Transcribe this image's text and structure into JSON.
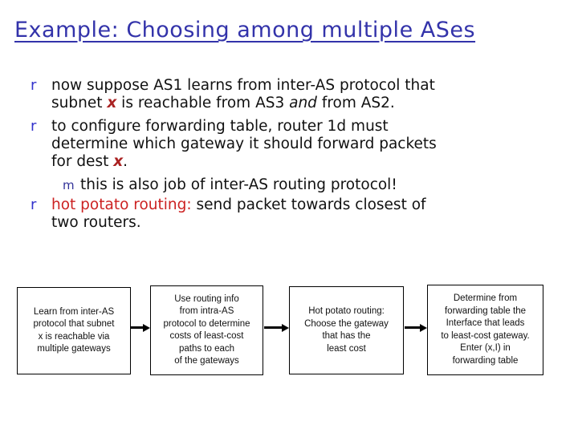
{
  "slide": {
    "title": "Example: Choosing among multiple ASes"
  },
  "colors": {
    "title_blue": "#3333aa",
    "bullet_marker_blue": "#3333cc",
    "sub_marker_blue": "#333399",
    "emphasis_red": "#cc2222",
    "variable_red": "#aa2222",
    "text_black": "#111111",
    "box_border": "#000000",
    "background": "#ffffff"
  },
  "bullets": [
    {
      "marker": "r",
      "level": 1,
      "lines": [
        [
          {
            "t": "now suppose AS1 learns from inter-AS protocol that"
          }
        ],
        [
          {
            "t": "subnet "
          },
          {
            "t": "x",
            "c": "var"
          },
          {
            "t": " is reachable from AS3 "
          },
          {
            "t": "and",
            "c": "em"
          },
          {
            "t": " from AS2."
          }
        ]
      ]
    },
    {
      "marker": "r",
      "level": 1,
      "lines": [
        [
          {
            "t": "to configure forwarding table, router 1d must"
          }
        ],
        [
          {
            "t": "determine which gateway it should forward packets"
          }
        ],
        [
          {
            "t": "for dest "
          },
          {
            "t": "x",
            "c": "var"
          },
          {
            "t": "."
          }
        ]
      ]
    },
    {
      "marker": "m",
      "level": 2,
      "lines": [
        [
          {
            "t": "this is also job of inter-AS routing protocol!"
          }
        ]
      ]
    },
    {
      "marker": "r",
      "level": 1,
      "lines": [
        [
          {
            "t": "hot potato routing:",
            "c": "red"
          },
          {
            "t": " send packet towards closest of"
          }
        ],
        [
          {
            "t": "two routers."
          }
        ]
      ]
    }
  ],
  "flowchart": {
    "boxes": [
      {
        "id": "learn-gateways",
        "lines": [
          "Learn from inter-AS",
          "protocol that subnet",
          "x is reachable via",
          "multiple gateways"
        ]
      },
      {
        "id": "intra-as-costs",
        "lines": [
          "Use routing info",
          "from intra-AS",
          "protocol to determine",
          "costs of least-cost",
          "paths to each",
          "of the gateways"
        ]
      },
      {
        "id": "hot-potato",
        "lines": [
          "Hot potato routing:",
          "Choose the gateway",
          "that has the",
          "least cost"
        ]
      },
      {
        "id": "forwarding-entry",
        "lines": [
          "Determine from",
          "forwarding table the",
          "Interface that leads",
          "to least-cost gateway.",
          "Enter (x,I) in",
          "forwarding table"
        ]
      }
    ],
    "arrows": [
      {
        "from": "learn-gateways",
        "to": "intra-as-costs"
      },
      {
        "from": "intra-as-costs",
        "to": "hot-potato"
      },
      {
        "from": "hot-potato",
        "to": "forwarding-entry"
      }
    ]
  }
}
